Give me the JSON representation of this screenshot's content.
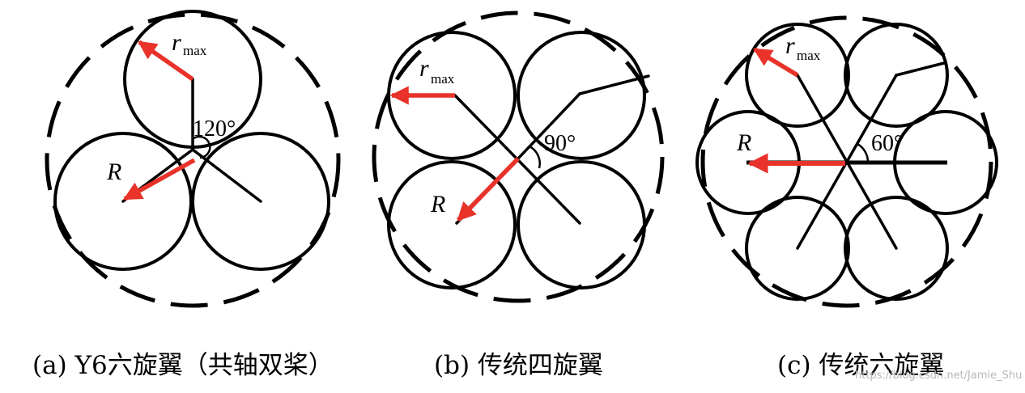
{
  "colors": {
    "arrow": "#e8322a",
    "line": "#000000",
    "background": "#ffffff",
    "watermark": "#b8b8b8"
  },
  "panels": [
    {
      "id": "a",
      "caption": "(a) Y6六旋翼（共轴双桨）",
      "r_label": "r",
      "r_sub": "max",
      "R_label": "R",
      "angle": "120°"
    },
    {
      "id": "b",
      "caption": "(b)  传统四旋翼",
      "r_label": "r",
      "r_sub": "max",
      "R_label": "R",
      "angle": "90°"
    },
    {
      "id": "c",
      "caption": "(c) 传统六旋翼",
      "r_label": "r",
      "r_sub": "max",
      "R_label": "R",
      "angle": "60°"
    }
  ],
  "watermark": "https://blog.csdn.net/Jamie_Shu"
}
